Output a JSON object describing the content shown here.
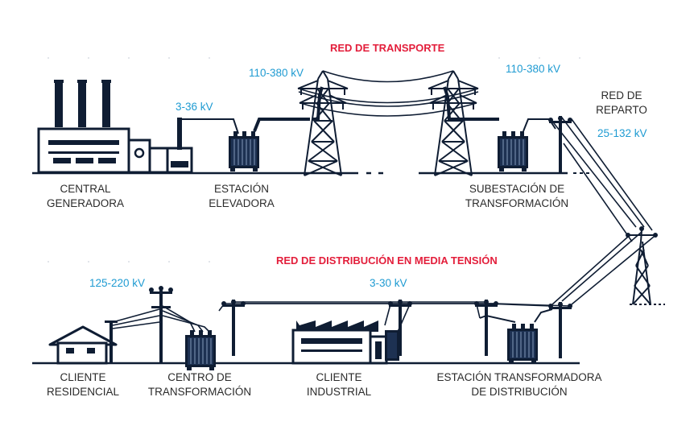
{
  "colors": {
    "stroke": "#0f1d33",
    "heading": "#e31e3b",
    "voltage": "#1f9bd2",
    "label": "#2b2b2b",
    "ground_dots": "#d9dde3"
  },
  "headings": {
    "transport": "RED DE TRANSPORTE",
    "distribution": "RED DE DISTRIBUCIÓN EN MEDIA TENSIÓN"
  },
  "voltages": {
    "generation": "3-36 kV",
    "transport_left": "110-380 kV",
    "transport_right": "110-380 kV",
    "reparto": "25-132 kV",
    "residential": "125-220 kV",
    "distribution": "3-30 kV"
  },
  "labels": {
    "central": [
      "CENTRAL",
      "GENERADORA"
    ],
    "elevadora": [
      "ESTACIÓN",
      "ELEVADORA"
    ],
    "subestacion": [
      "SUBESTACIÓN DE",
      "TRANSFORMACIÓN"
    ],
    "reparto": [
      "RED DE",
      "REPARTO"
    ],
    "residencial": [
      "CLIENTE",
      "RESIDENCIAL"
    ],
    "centro": [
      "CENTRO DE",
      "TRANSFORMACIÓN"
    ],
    "industrial": [
      "CLIENTE",
      "INDUSTRIAL"
    ],
    "estacion_dist": [
      "ESTACIÓN TRANSFORMADORA",
      "DE DISTRIBUCIÓN"
    ]
  },
  "icons": {
    "power_plant": "factory-icon",
    "transformer": "transformer-icon",
    "transmission_tower": "pylon-icon",
    "utility_pole": "pole-icon",
    "house": "house-icon",
    "industry": "industry-icon"
  }
}
